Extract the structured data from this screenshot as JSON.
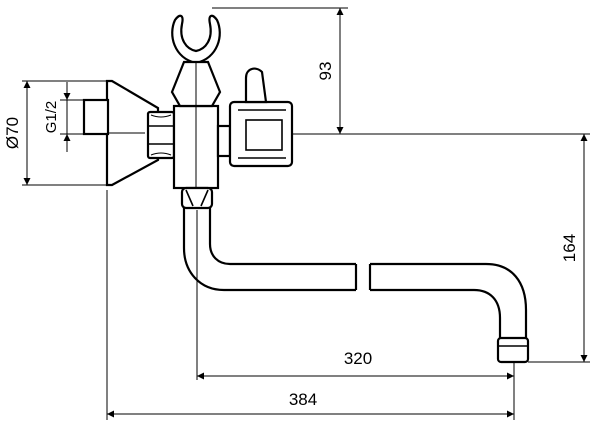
{
  "dimensions": {
    "flange_diameter": "Ø70",
    "thread": "G1/2",
    "holder_height": "93",
    "spout_height": "164",
    "spout_reach": "320",
    "overall_reach": "384"
  }
}
